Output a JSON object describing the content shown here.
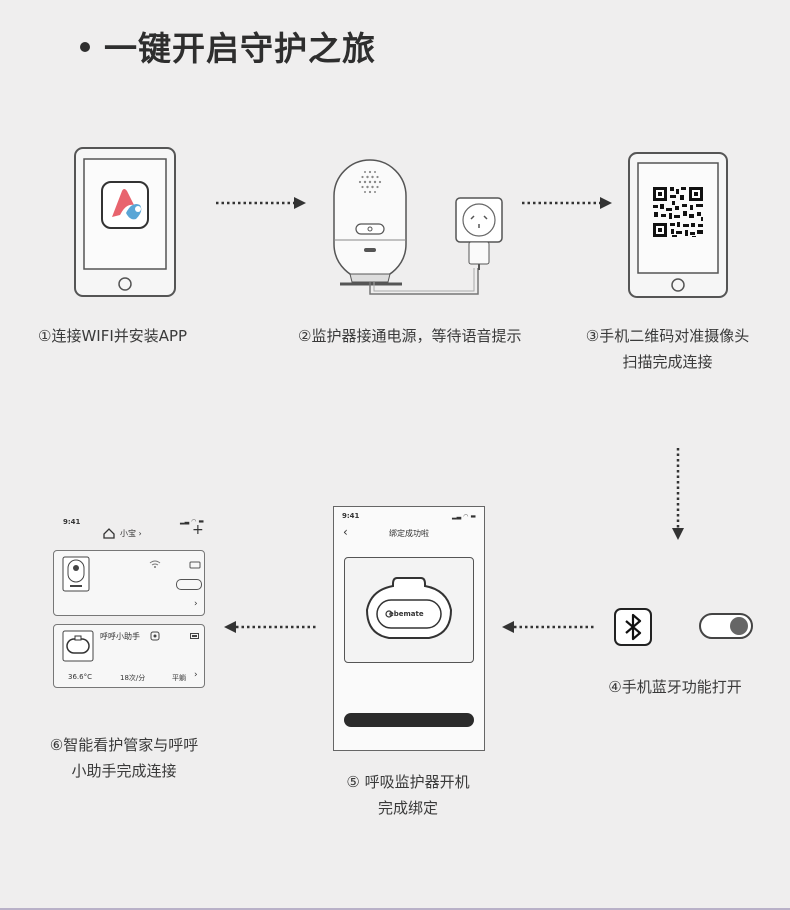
{
  "title": "一键开启守护之旅",
  "steps": {
    "s1": {
      "caption": "①连接WIFI并安装APP"
    },
    "s2": {
      "caption": "②监护器接通电源，等待语音提示"
    },
    "s3": {
      "caption_line1": "③手机二维码对准摄像头",
      "caption_line2": "扫描完成连接"
    },
    "s4": {
      "caption": "④手机蓝牙功能打开"
    },
    "s5": {
      "caption_line1": "⑤ 呼吸监护器开机",
      "caption_line2": "完成绑定",
      "screen": {
        "time": "9:41",
        "back": "‹",
        "header": "绑定成功啦",
        "device_brand": "ebemate"
      }
    },
    "s6": {
      "caption_line1": "⑥智能看护管家与呼呼",
      "caption_line2": "小助手完成连接",
      "screen": {
        "time": "9:41",
        "baby_name": "小宝 ›",
        "plus": "+",
        "card2_title": "呼呼小助手",
        "temp": "36.6°C",
        "breath": "18次/分",
        "posture": "平躺",
        "chevron": "›"
      }
    }
  },
  "colors": {
    "accent": "#e8646e",
    "accent2": "#5aa6d6",
    "line": "#555555",
    "toggle": "#666666"
  },
  "icons": {
    "app": "app-logo-icon",
    "qr": "qr-code-icon",
    "bluetooth": "bluetooth-icon",
    "toggle": "toggle-switch-icon",
    "camera": "camera-icon",
    "wifi": "wifi-icon",
    "battery": "battery-icon"
  }
}
